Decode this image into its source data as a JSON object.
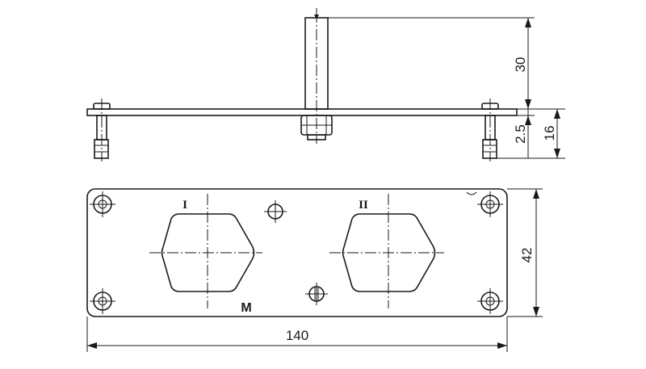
{
  "dimensions": {
    "pin_height": "30",
    "thickness": "2.5",
    "total_height": "16",
    "plate_height": "42",
    "plate_width": "140"
  },
  "labels": {
    "cutout_1": "I",
    "cutout_2": "II",
    "marker": "M"
  }
}
